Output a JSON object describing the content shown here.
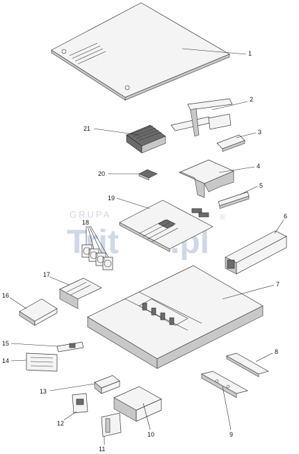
{
  "watermark": {
    "top_text": "GRUPA",
    "brand_text": "Trit",
    "suffix_text": ".pl",
    "registered_mark": "®"
  },
  "callouts": [
    "1",
    "2",
    "3",
    "4",
    "5",
    "6",
    "7",
    "8",
    "9",
    "10",
    "11",
    "12",
    "13",
    "14",
    "15",
    "16",
    "17",
    "18",
    "19",
    "20",
    "21"
  ]
}
